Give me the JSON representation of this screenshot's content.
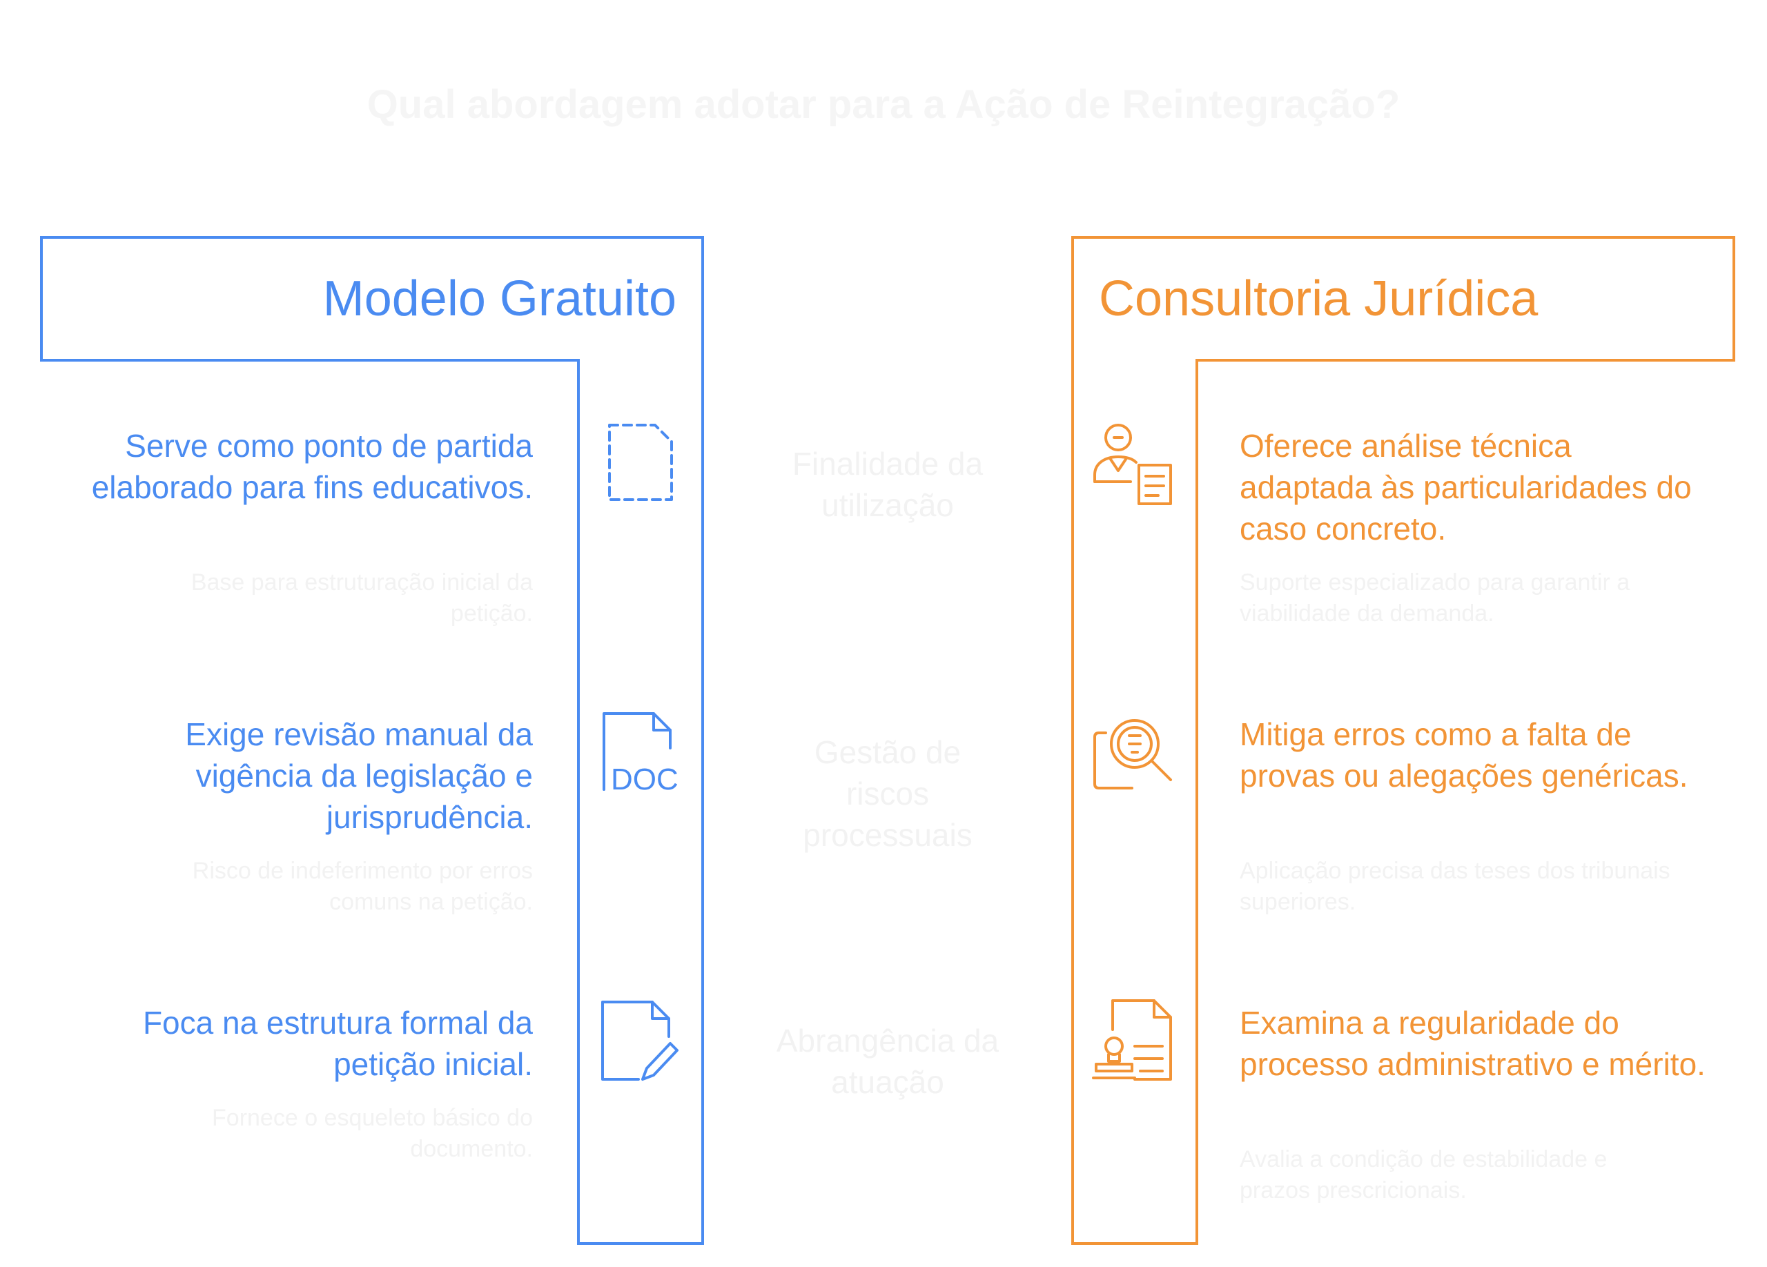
{
  "title": "Qual abordagem adotar para a Ação de Reintegração?",
  "colors": {
    "left_accent": "#4a8bf1",
    "right_accent": "#f29436",
    "faded_text": "#f2f2f2"
  },
  "left": {
    "header": "Modelo Gratuito",
    "rows": [
      {
        "main": "Serve como ponto de partida elaborado para fins educativos.",
        "sub": "Base para estruturação inicial da petição.",
        "icon": "dashed-document-icon"
      },
      {
        "main": "Exige revisão manual da vigência da legislação e jurisprudência.",
        "sub": "Risco de indeferimento por erros comuns na petição.",
        "icon": "doc-file-icon"
      },
      {
        "main": "Foca na estrutura formal da petição inicial.",
        "sub": "Fornece o esqueleto básico do documento.",
        "icon": "edit-document-icon"
      }
    ]
  },
  "right": {
    "header": "Consultoria Jurídica",
    "rows": [
      {
        "main": "Oferece análise técnica adaptada às particularidades do caso concreto.",
        "sub": "Suporte especializado para garantir a viabilidade da demanda.",
        "icon": "consultant-document-icon"
      },
      {
        "main": "Mitiga erros como a falta de provas ou alegações genéricas.",
        "sub": "Aplicação precisa das teses dos tribunais superiores.",
        "icon": "document-search-icon"
      },
      {
        "main": "Examina a regularidade do processo administrativo e mérito.",
        "sub": "Avalia a condição de estabilidade e prazos prescricionais.",
        "icon": "stamp-document-icon"
      }
    ]
  },
  "criteria": [
    "Finalidade da utilização",
    "Gestão de riscos processuais",
    "Abrangência da atuação"
  ]
}
